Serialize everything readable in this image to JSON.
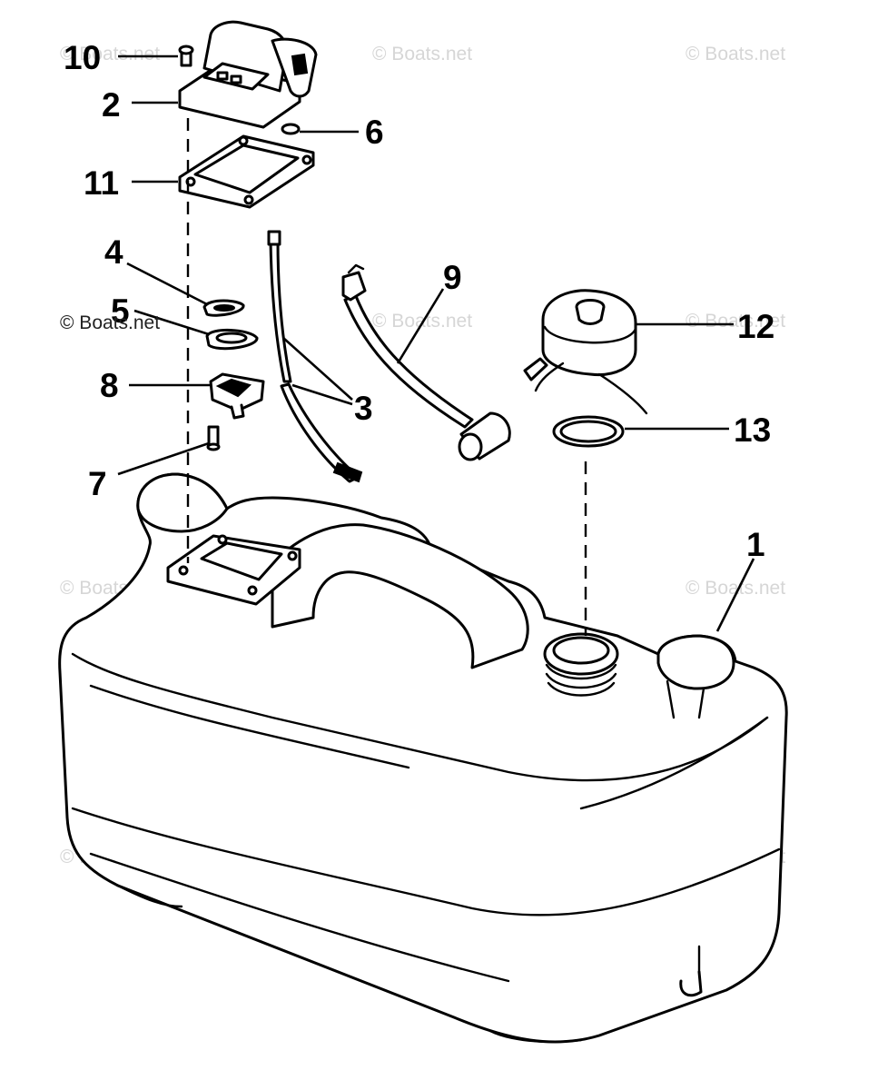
{
  "callouts": {
    "c1": "1",
    "c2": "2",
    "c3": "3",
    "c4": "4",
    "c5": "5",
    "c6": "6",
    "c7": "7",
    "c8": "8",
    "c9": "9",
    "c10": "10",
    "c11": "11",
    "c12": "12",
    "c13": "13"
  },
  "watermark": "© Boats.net",
  "colors": {
    "line": "#000000",
    "background": "#ffffff",
    "watermark": "#d6d6d6"
  }
}
